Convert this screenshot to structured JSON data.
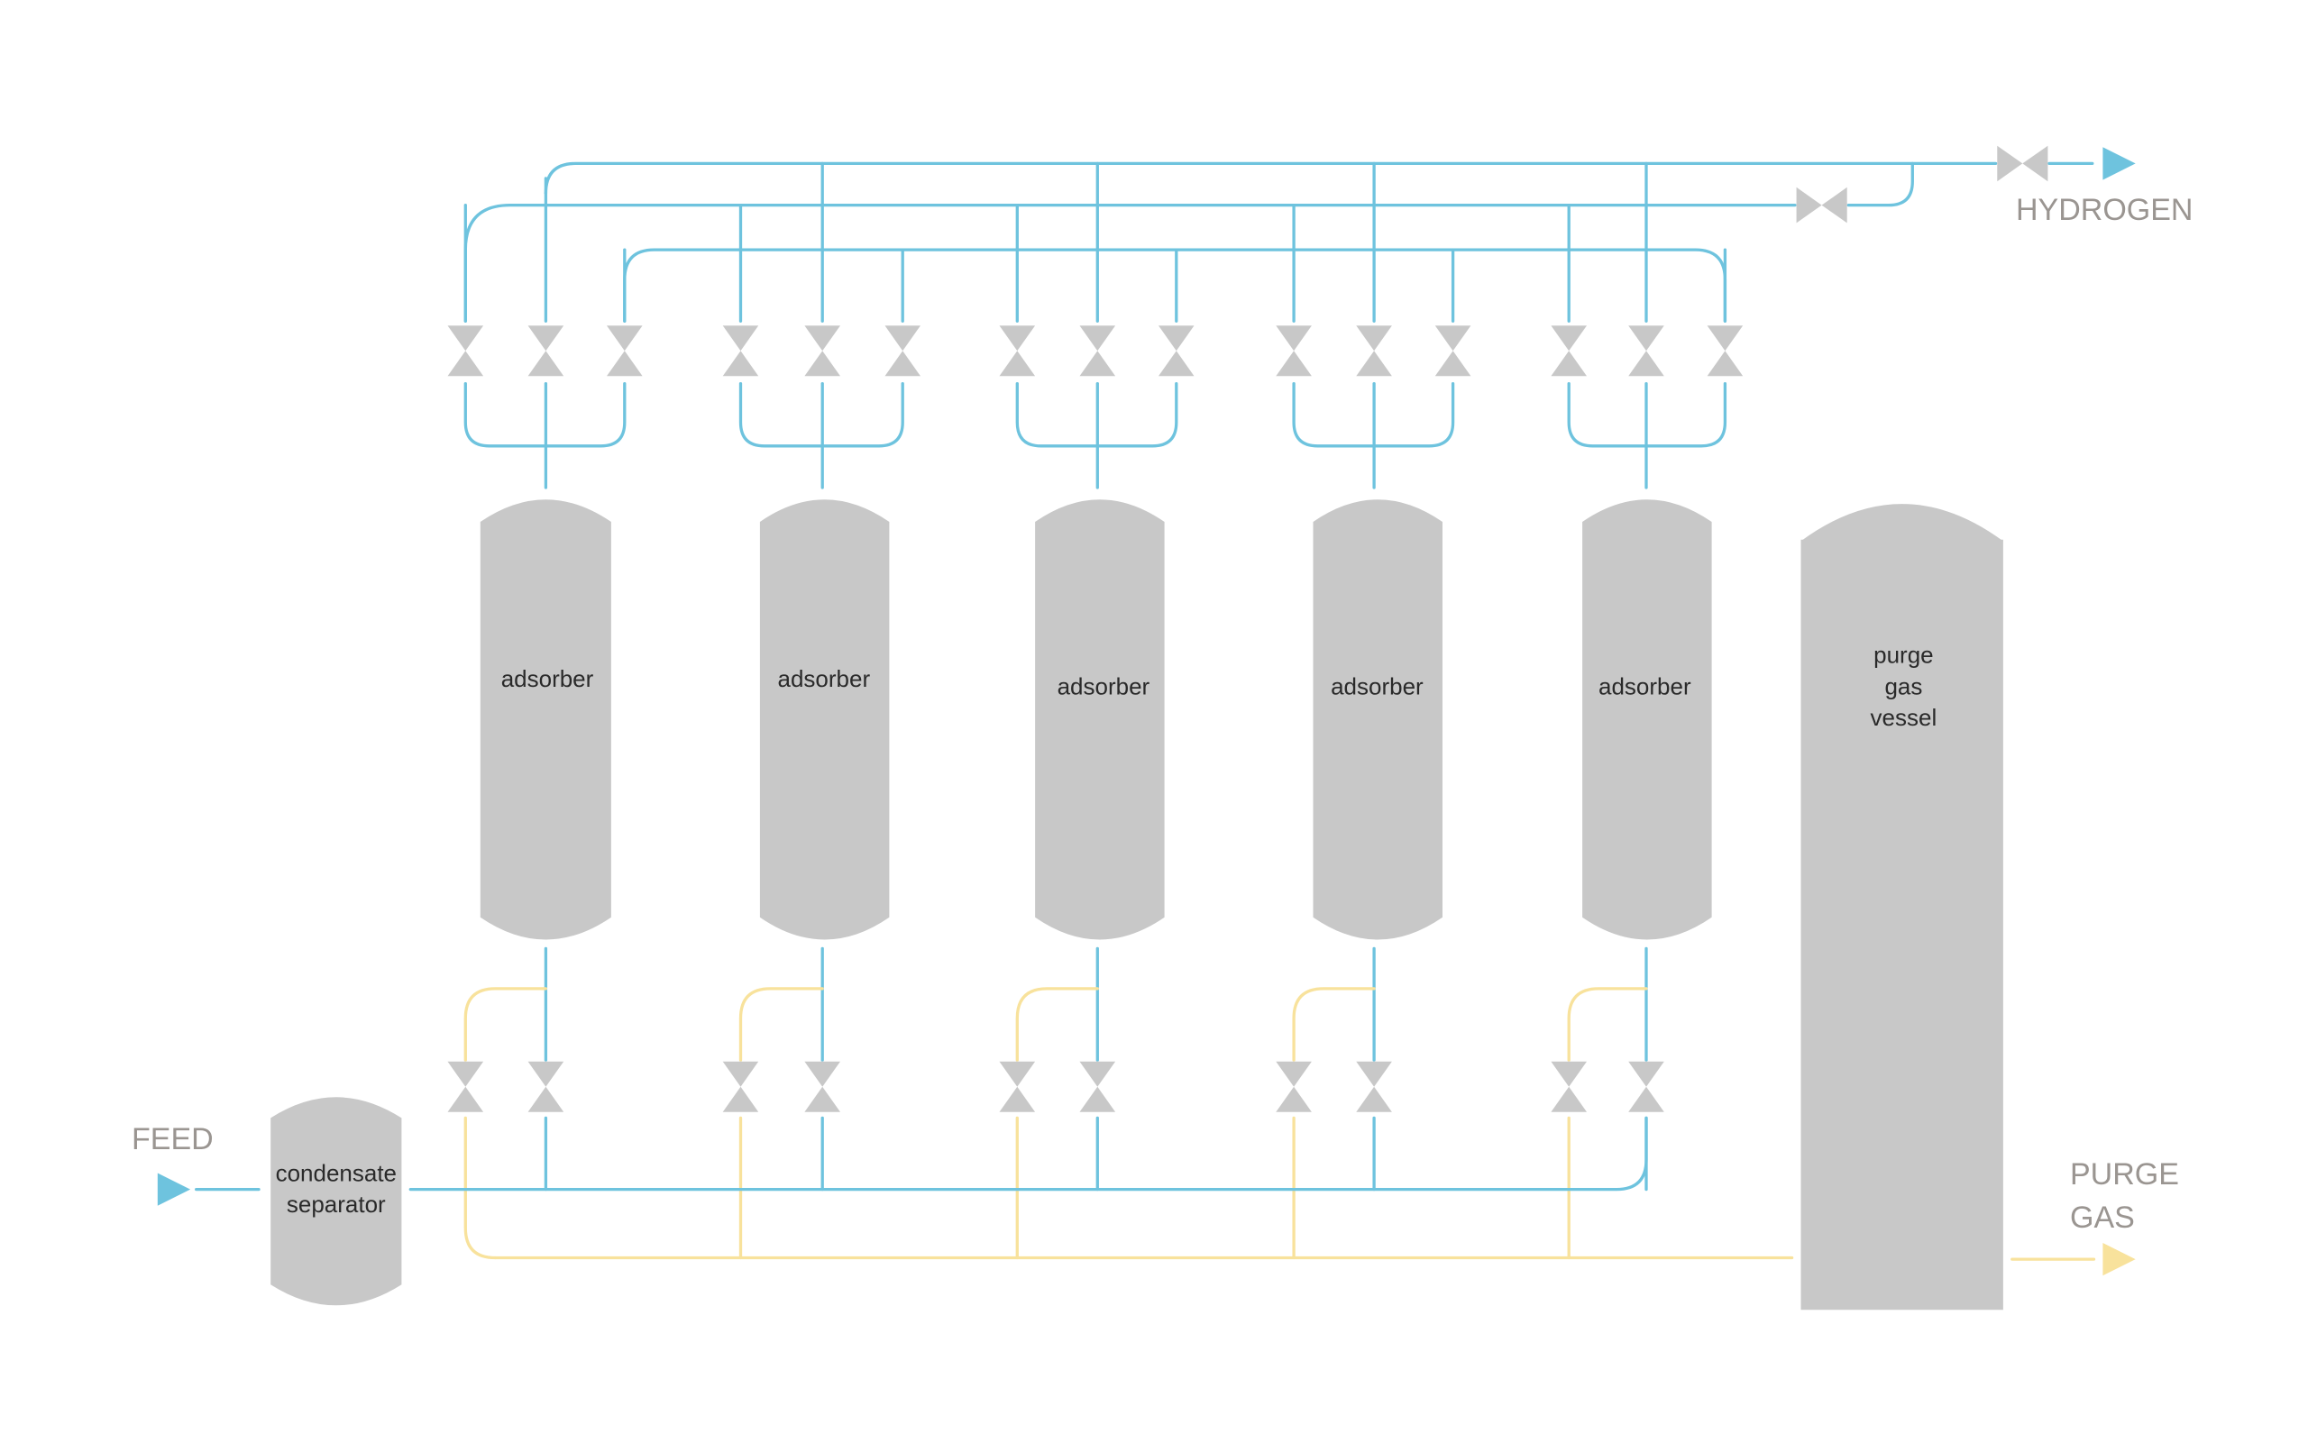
{
  "colors": {
    "product_line": "#6ec3de",
    "purge_line": "#f8e29c",
    "equipment": "#c8c8c8",
    "label_text": "#9a9591"
  },
  "streams": {
    "feed": "FEED",
    "hydrogen": "HYDROGEN",
    "purge_gas_line1": "PURGE",
    "purge_gas_line2": "GAS"
  },
  "equipment": {
    "separator": [
      "condensate",
      "separator"
    ],
    "adsorbers": [
      "adsorber",
      "adsorber",
      "adsorber",
      "adsorber",
      "adsorber"
    ],
    "purge_vessel": [
      "purge",
      "gas",
      "vessel"
    ]
  },
  "icons": {
    "valve": "gate-valve-icon",
    "arrow": "flow-arrow-icon"
  }
}
